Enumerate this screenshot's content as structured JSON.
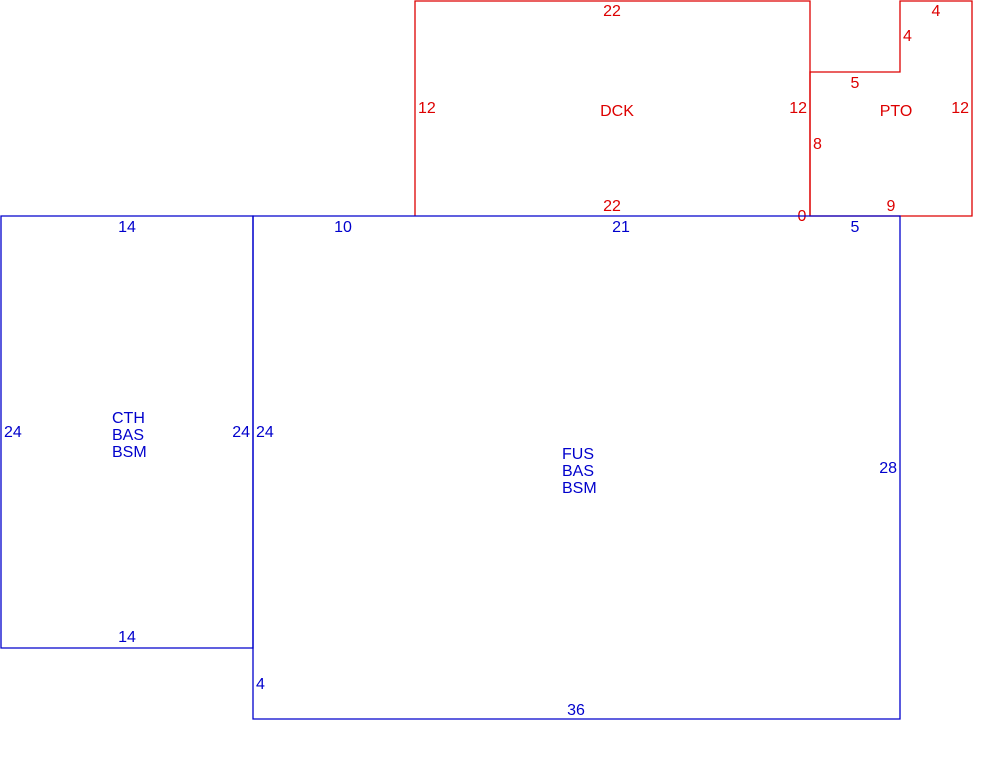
{
  "colors": {
    "upper": "#dd0000",
    "lower": "#0000cc",
    "background": "#ffffff"
  },
  "areas": {
    "dck": {
      "code_lines": [
        "DCK"
      ],
      "dims": {
        "top": "22",
        "left": "12",
        "right": "12",
        "bottom": "22"
      }
    },
    "pto": {
      "code_lines": [
        "PTO"
      ],
      "dims": {
        "top": "4",
        "notch_side": "4",
        "notch_bottom": "5",
        "left": "8",
        "right": "12",
        "bottom": "9",
        "corner": "0"
      }
    },
    "cth": {
      "code_lines": [
        "CTH",
        "BAS",
        "BSM"
      ],
      "dims": {
        "top": "14",
        "left": "24",
        "right": "24",
        "bottom": "14"
      }
    },
    "fus": {
      "code_lines": [
        "FUS",
        "BAS",
        "BSM"
      ],
      "dims": {
        "top_left": "10",
        "top_mid": "21",
        "top_right": "5",
        "left_upper": "24",
        "left_lower": "4",
        "right": "28",
        "bottom": "36"
      }
    }
  }
}
